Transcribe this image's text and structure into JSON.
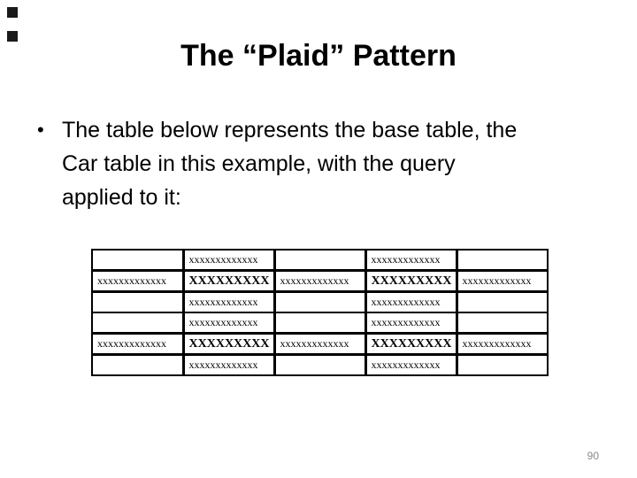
{
  "slide": {
    "title": "The “Plaid” Pattern",
    "bullet": {
      "marker": "•",
      "lines": [
        "The table below represents the base table, the",
        "Car table in this example, with the query",
        "applied to it:"
      ]
    },
    "page_number": "90"
  },
  "colors": {
    "background": "#ffffff",
    "text": "#000000",
    "table_border": "#000000",
    "page_number": "#8a8a8a",
    "deco_square": "#1a1a1a"
  },
  "table": {
    "cell_text": {
      "small": "xxxxxxxxxxxxx",
      "big": "XXXXXXXXX",
      "empty": ""
    },
    "selected_rows": [
      2,
      5
    ],
    "selected_columns": [
      2,
      4
    ],
    "cells": [
      [
        "empty",
        "small",
        "empty",
        "small",
        "empty"
      ],
      [
        "small",
        "big",
        "small",
        "big",
        "small"
      ],
      [
        "empty",
        "small",
        "empty",
        "small",
        "empty"
      ],
      [
        "empty",
        "small",
        "empty",
        "small",
        "empty"
      ],
      [
        "small",
        "big",
        "small",
        "big",
        "small"
      ],
      [
        "empty",
        "small",
        "empty",
        "small",
        "empty"
      ]
    ]
  }
}
